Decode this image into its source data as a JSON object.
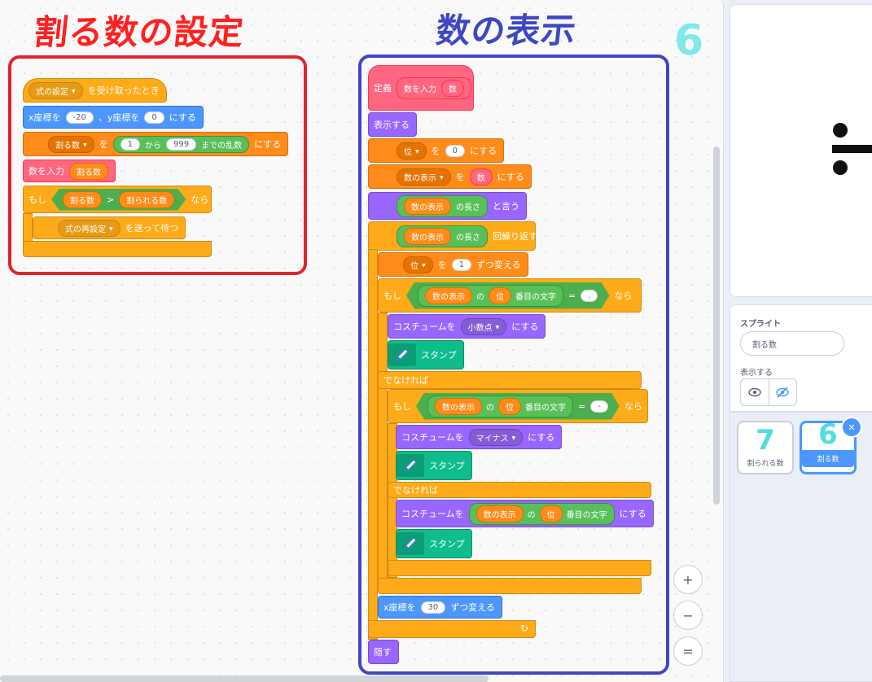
{
  "titles": {
    "left": "割る数の設定",
    "right": "数の表示",
    "deco_digit": "6"
  },
  "left_script": {
    "hat_dropdown": "式の設定",
    "hat_text": "を受け取ったとき",
    "goto_x_label": "x座標を",
    "x_value": "-20",
    "goto_y_label": "、y座標を",
    "y_value": "0",
    "goto_end": "にする",
    "set_var": "割る数",
    "set_wo": "を",
    "rand_from": "1",
    "rand_kara": "から",
    "rand_to": "999",
    "rand_end": "までの乱数",
    "set_end": "にする",
    "call_label": "数を入力",
    "call_arg": "割る数",
    "if_label": "もし",
    "cmp_left": "割る数",
    "cmp_op": ">",
    "cmp_right": "割られる数",
    "if_end": "なら",
    "broadcast_dd": "式の再設定",
    "broadcast_text": "を送って待つ"
  },
  "right_script": {
    "define_label": "定義",
    "define_name": "数を入力",
    "define_arg": "数",
    "show": "表示する",
    "set1_var": "位",
    "set1_wo": "を",
    "set1_val": "0",
    "set1_end": "にする",
    "set2_var": "数の表示",
    "set2_wo": "を",
    "set2_val": "数",
    "set2_end": "にする",
    "say_var": "数の表示",
    "say_len": "の長さ",
    "say_end": "と言う",
    "repeat_var": "数の表示",
    "repeat_len": "の長さ",
    "repeat_end": "回繰り返す",
    "change_var": "位",
    "change_wo": "を",
    "change_val": "1",
    "change_end": "ずつ変える",
    "if1_label": "もし",
    "if1_str": "数の表示",
    "if1_no": "の",
    "if1_idx": "位",
    "if1_letter": "番目の文字",
    "if1_eq": "=",
    "if1_val": ".",
    "if1_end": "なら",
    "costume1_label": "コスチュームを",
    "costume1_dd": "小数点",
    "costume1_end": "にする",
    "stamp": "スタンプ",
    "else1": "でなければ",
    "if2_label": "もし",
    "if2_str": "数の表示",
    "if2_no": "の",
    "if2_idx": "位",
    "if2_letter": "番目の文字",
    "if2_eq": "=",
    "if2_val": "-",
    "if2_end": "なら",
    "costume2_label": "コスチュームを",
    "costume2_dd": "マイナス",
    "costume2_end": "にする",
    "else2": "でなければ",
    "costume3_label": "コスチュームを",
    "costume3_str": "数の表示",
    "costume3_no": "の",
    "costume3_idx": "位",
    "costume3_letter": "番目の文字",
    "costume3_end": "にする",
    "changex_label": "x座標を",
    "changex_val": "30",
    "changex_end": "ずつ変える",
    "hide": "隠す"
  },
  "zoom": {
    "in": "+",
    "out": "−",
    "reset": "="
  },
  "sprite_panel": {
    "header": "スプライト",
    "name_value": "割る数",
    "show_label": "表示する",
    "eye_icon": "eye-icon",
    "eye_off_icon": "eye-off-icon"
  },
  "sprites": [
    {
      "digit": "7",
      "name": "割られる数"
    },
    {
      "digit": "6",
      "name": "割る数"
    }
  ],
  "trash_glyph": "✕"
}
